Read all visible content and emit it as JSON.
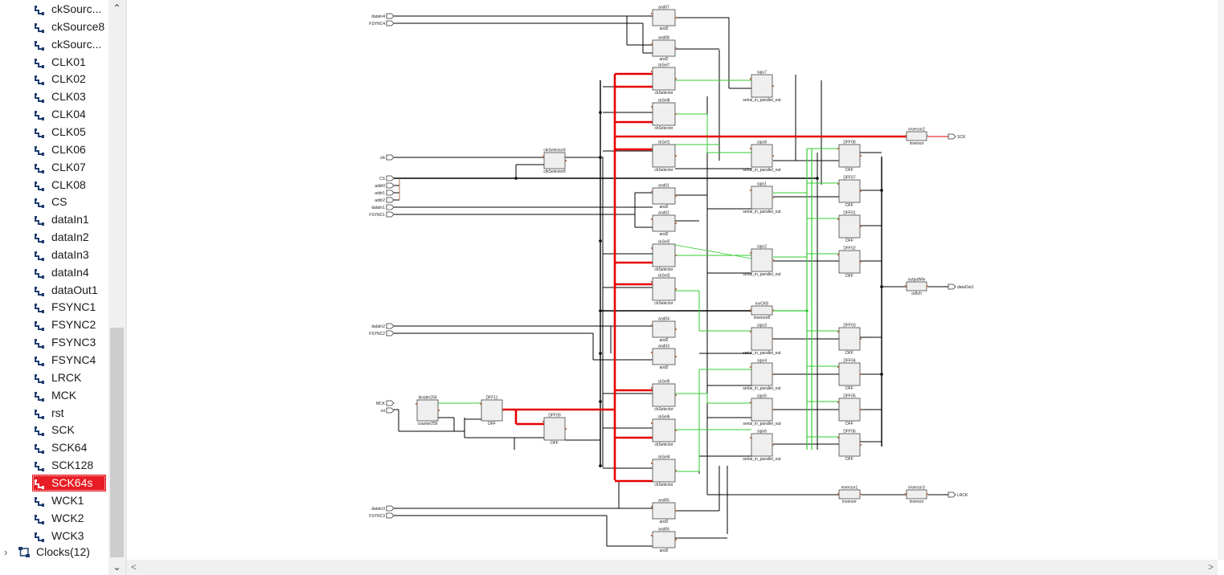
{
  "navigator": {
    "items": [
      {
        "label": "ckSourc..."
      },
      {
        "label": "ckSource8"
      },
      {
        "label": "ckSourc..."
      },
      {
        "label": "CLK01"
      },
      {
        "label": "CLK02"
      },
      {
        "label": "CLK03"
      },
      {
        "label": "CLK04"
      },
      {
        "label": "CLK05"
      },
      {
        "label": "CLK06"
      },
      {
        "label": "CLK07"
      },
      {
        "label": "CLK08"
      },
      {
        "label": "CS"
      },
      {
        "label": "dataIn1"
      },
      {
        "label": "dataIn2"
      },
      {
        "label": "dataIn3"
      },
      {
        "label": "dataIn4"
      },
      {
        "label": "dataOut1"
      },
      {
        "label": "FSYNC1"
      },
      {
        "label": "FSYNC2"
      },
      {
        "label": "FSYNC3"
      },
      {
        "label": "FSYNC4"
      },
      {
        "label": "LRCK"
      },
      {
        "label": "MCK"
      },
      {
        "label": "rst"
      },
      {
        "label": "SCK"
      },
      {
        "label": "SCK64"
      },
      {
        "label": "SCK128"
      },
      {
        "label": "SCK64s",
        "selected": true
      },
      {
        "label": "WCK1"
      },
      {
        "label": "WCK2"
      },
      {
        "label": "WCK3"
      }
    ],
    "group": {
      "label": "Clocks(12)",
      "icon": "clock-group-icon",
      "expand_icon": "chevron-right-icon"
    },
    "item_icon": "net-icon",
    "selected_color": "#e81c24"
  },
  "schematic": {
    "colors": {
      "highlight": "#e60000",
      "net": "#000000",
      "green_net": "#33cc33",
      "cell_fill": "#efefef",
      "pin": "#b07050"
    },
    "inputs": [
      {
        "label": "dataIn4"
      },
      {
        "label": "FSYNC4"
      },
      {
        "label": "clk"
      },
      {
        "label": "CS"
      },
      {
        "label": "addr0"
      },
      {
        "label": "addr1"
      },
      {
        "label": "addr2"
      },
      {
        "label": "dataIn1"
      },
      {
        "label": "FSYNC1"
      },
      {
        "label": "dataIn2"
      },
      {
        "label": "FSYNC2"
      },
      {
        "label": "MCK"
      },
      {
        "label": "rst"
      },
      {
        "label": "dataIn3"
      },
      {
        "label": "FSYNC3"
      }
    ],
    "outputs": [
      {
        "label": "SCK"
      },
      {
        "label": "dataOut1"
      },
      {
        "label": "LRCK"
      }
    ],
    "cells": [
      {
        "name": "and07",
        "type": "and2"
      },
      {
        "name": "and08",
        "type": "and2"
      },
      {
        "name": "ckSel7",
        "type": "ckSelector"
      },
      {
        "name": "ckSel8",
        "type": "ckSelector"
      },
      {
        "name": "ckSel1",
        "type": "ckSelector"
      },
      {
        "name": "and01",
        "type": "and2"
      },
      {
        "name": "and02",
        "type": "and2"
      },
      {
        "name": "ckSel2",
        "type": "ckSelector"
      },
      {
        "name": "ckSel3",
        "type": "ckSelector"
      },
      {
        "name": "and04",
        "type": "and2"
      },
      {
        "name": "and03",
        "type": "and2"
      },
      {
        "name": "ckSel5",
        "type": "ckSelector"
      },
      {
        "name": "ckSel6",
        "type": "ckSelector"
      },
      {
        "name": "ckSel4",
        "type": "ckSelector"
      },
      {
        "name": "and05",
        "type": "and2"
      },
      {
        "name": "and06",
        "type": "and2"
      },
      {
        "name": "sipo7",
        "type": "serial_in_parallel_out"
      },
      {
        "name": "sipo8",
        "type": "serial_in_parallel_out"
      },
      {
        "name": "sipo1",
        "type": "serial_in_parallel_out"
      },
      {
        "name": "sipo2",
        "type": "serial_in_parallel_out"
      },
      {
        "name": "sipo3",
        "type": "serial_in_parallel_out"
      },
      {
        "name": "sipo4",
        "type": "serial_in_parallel_out"
      },
      {
        "name": "sipo5",
        "type": "serial_in_parallel_out"
      },
      {
        "name": "sipo6",
        "type": "serial_in_parallel_out"
      },
      {
        "name": "invCK8",
        "type": "inversor8"
      },
      {
        "name": "DFF08",
        "type": "DFF"
      },
      {
        "name": "DFF07",
        "type": "DFF"
      },
      {
        "name": "DFF01",
        "type": "DFF"
      },
      {
        "name": "DFF02",
        "type": "DFF"
      },
      {
        "name": "DFF03",
        "type": "DFF"
      },
      {
        "name": "DFF04",
        "type": "DFF"
      },
      {
        "name": "DFF05",
        "type": "DFF"
      },
      {
        "name": "DFF06",
        "type": "DFF"
      },
      {
        "name": "inversor2",
        "type": "inversor"
      },
      {
        "name": "outputMix",
        "type": "or8ch"
      },
      {
        "name": "inversor1",
        "type": "inversor"
      },
      {
        "name": "inversor3",
        "type": "inversor"
      },
      {
        "name": "clkSelector8",
        "type": "clkSelector8"
      },
      {
        "name": "divider256",
        "type": "counter256"
      },
      {
        "name": "DFF11",
        "type": "DFF"
      },
      {
        "name": "DFF09",
        "type": "DFF"
      }
    ]
  }
}
